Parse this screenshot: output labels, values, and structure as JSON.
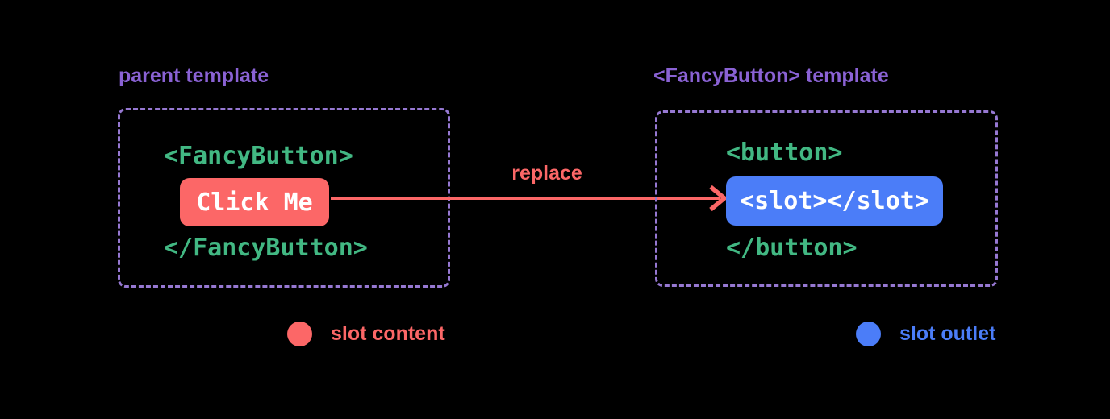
{
  "colors": {
    "background": "#000000",
    "purple": "#8A62D4",
    "purple-border": "#9678D2",
    "green": "#42B883",
    "red": "#FC6767",
    "blue": "#4B7DF8",
    "white": "#FFFFFF"
  },
  "parent_panel": {
    "label": "parent template",
    "code_open": "<FancyButton>",
    "button_label": "Click Me",
    "code_close": "</FancyButton>"
  },
  "arrow": {
    "label": "replace"
  },
  "fancy_panel": {
    "label": "<FancyButton> template",
    "code_open": "<button>",
    "button_label": "<slot></slot>",
    "code_close": "</button>"
  },
  "legend": {
    "slot_content": "slot content",
    "slot_outlet": "slot outlet"
  }
}
